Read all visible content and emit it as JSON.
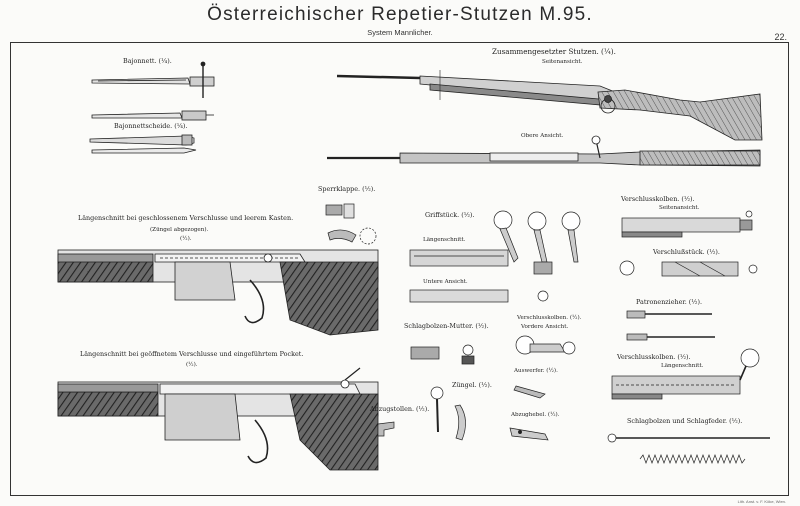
{
  "header": {
    "title": "Österreichischer Repetier-Stutzen M.95.",
    "subtitle": "System Mannlicher.",
    "page_number": "22."
  },
  "labels": {
    "bayonet": "Bajonnett. (¼).",
    "bayonet_scabbard": "Bajonnettscheide. (¼).",
    "assembled": "Zusammengesetzter Stutzen. (¼).",
    "side_view": "Seitenansicht.",
    "top_view": "Obere Ansicht.",
    "catch": "Sperrklappe. (½).",
    "section_closed": "Längenschnitt bei geschlossenem Verschlusse und leerem Kasten.",
    "section_closed_note": "(Züngel abgezogen).",
    "section_closed_scale": "(½).",
    "section_open": "Längenschnitt bei geöffnetem Verschlusse und eingeführtem Pocket.",
    "section_open_scale": "(½).",
    "handle": "Griffstück. (½).",
    "longitudinal": "Längenschnitt.",
    "lower_view": "Untere Ansicht.",
    "bolt_head_top": "Verschlusskolben. (½).",
    "bolt_head_top_side": "Seitenansicht.",
    "bolt_piece": "Verschlußstück. (½).",
    "cartridge_guide": "Patronenzieher. (½).",
    "firing_pin_nut": "Schlagbolzen-Mutter. (½).",
    "bolt_head_mid": "Verschlusskolben. (½).",
    "front_view": "Vordere Ansicht.",
    "bolt_head_low": "Verschlusskolben. (½).",
    "bolt_head_low_section": "Längenschnitt.",
    "trigger": "Züngel. (½).",
    "ejector": "Auswerfer. (½).",
    "stop_lever": "Abzugstollen. (½).",
    "trigger_lever": "Abzughebel. (½).",
    "firing_pin_spring": "Schlagbolzen und Schlagfeder. (½).",
    "imprint": "Lith. Anst. v. F. Köke, Wien."
  }
}
